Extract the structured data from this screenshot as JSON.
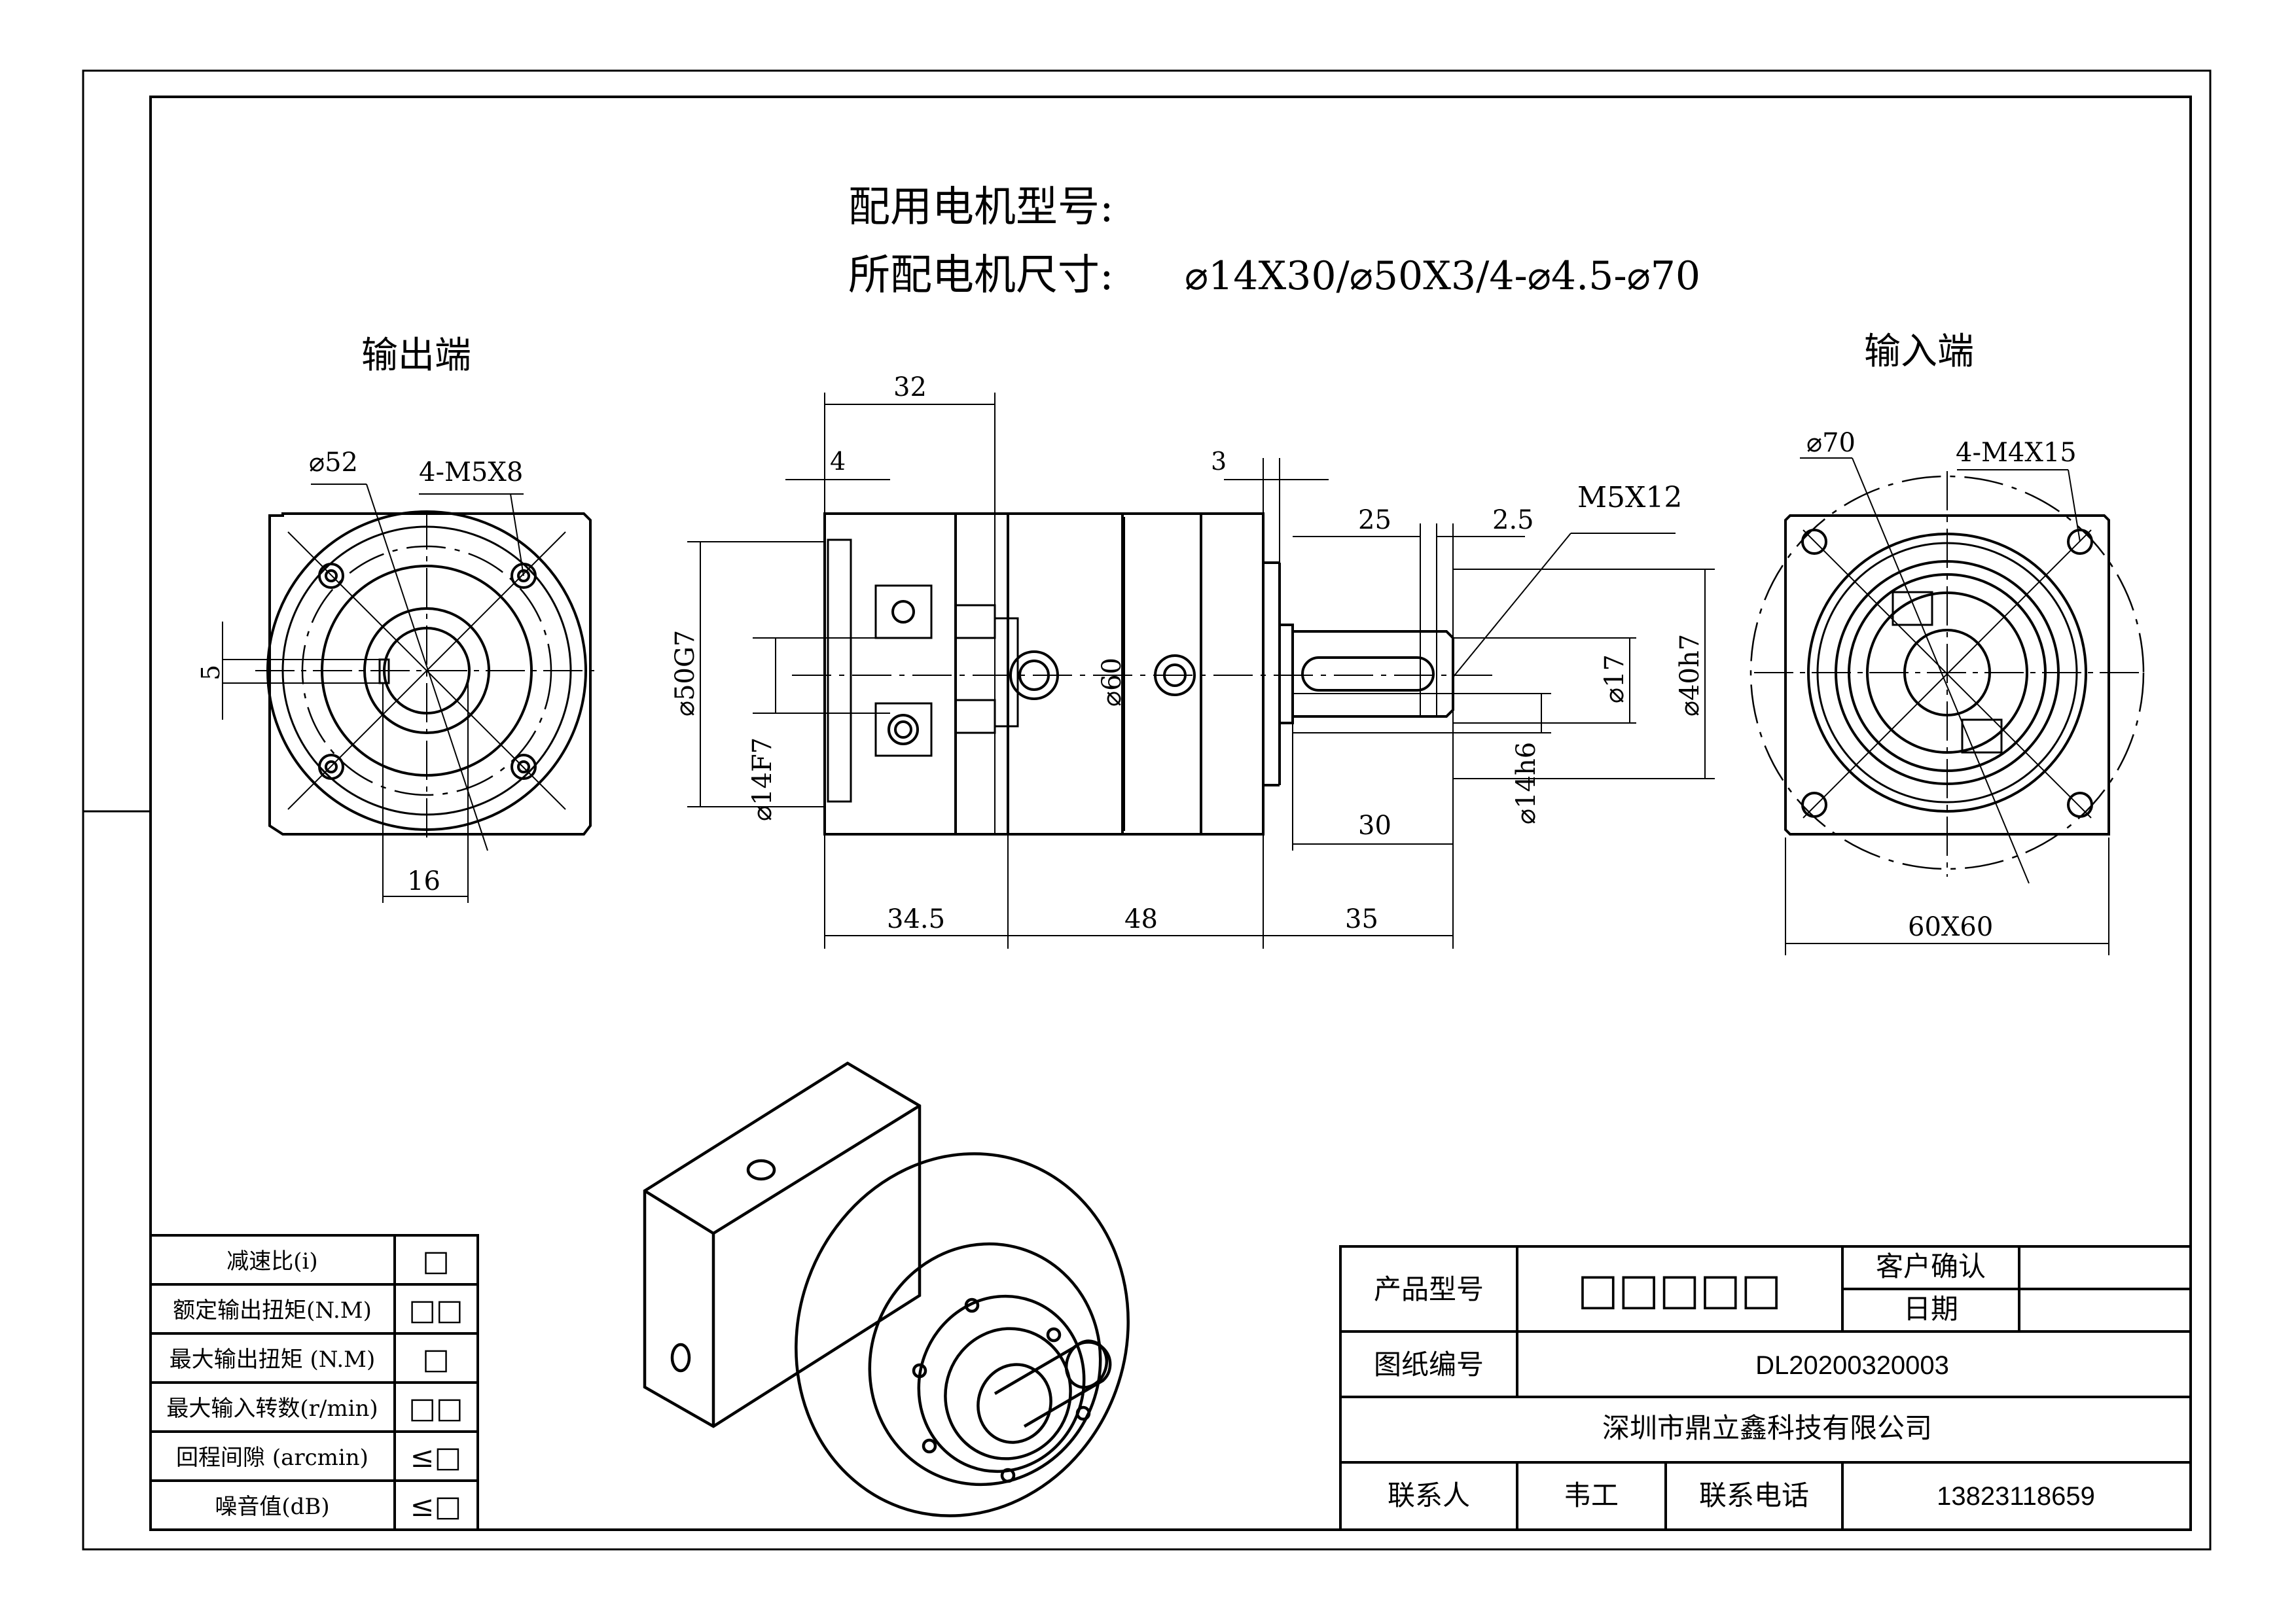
{
  "header": {
    "motor_model_label": "配用电机型号:",
    "motor_size_label": "所配电机尺寸:",
    "motor_size_value": "⌀14X30/⌀50X3/4-⌀4.5-⌀70"
  },
  "views": {
    "output_end_label": "输出端",
    "input_end_label": "输入端"
  },
  "dims": {
    "d52": "⌀52",
    "m5x8": "4-M5X8",
    "five": "5",
    "sixteen": "16",
    "d50g7": "⌀50G7",
    "d14f7": "⌀14F7",
    "d60": "⌀60",
    "thirtytwo": "32",
    "four": "4",
    "three": "3",
    "twentyfive": "25",
    "twopointfive": "2.5",
    "m5x12": "M5X12",
    "d17": "⌀17",
    "d40h7": "⌀40h7",
    "d14h6": "⌀14h6",
    "thirty": "30",
    "thirtyfourpointfive": "34.5",
    "fortyeight": "48",
    "thirtyfive": "35",
    "d70": "⌀70",
    "m4x15": "4-M4X15",
    "sixtyx60": "60X60"
  },
  "spec_table": {
    "rows": [
      {
        "label": "减速比(i)",
        "value": "□"
      },
      {
        "label": "额定输出扭矩(N.M)",
        "value": "□□"
      },
      {
        "label": "最大输出扭矩 (N.M)",
        "value": "□"
      },
      {
        "label": "最大输入转数(r/min)",
        "value": "□□"
      },
      {
        "label": "回程间隙 (arcmin)",
        "value": "≤□"
      },
      {
        "label": "噪音值(dB)",
        "value": "≤□"
      }
    ]
  },
  "title_block": {
    "product_model_label": "产品型号",
    "product_model_value": "□□□□□",
    "customer_confirm_label": "客户确认",
    "date_label": "日期",
    "drawing_no_label": "图纸编号",
    "drawing_no_value": "DL20200320003",
    "company": "深圳市鼎立鑫科技有限公司",
    "contact_label": "联系人",
    "contact_value": "韦工",
    "phone_label": "联系电话",
    "phone_value": "13823118659"
  }
}
